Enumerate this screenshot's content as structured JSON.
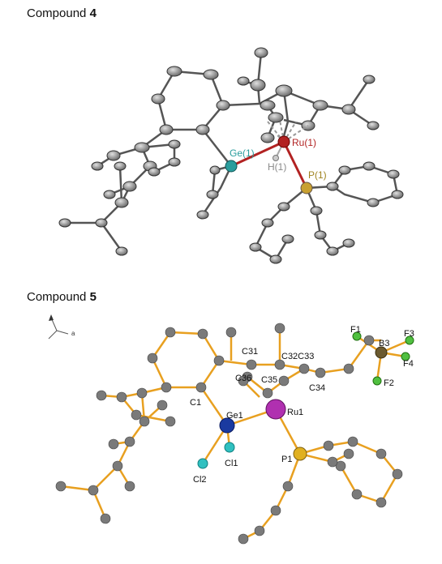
{
  "figure": {
    "compound4": {
      "heading_prefix": "Compound ",
      "heading_number": "4",
      "labels": {
        "ge": "Ge(1)",
        "ru": "Ru(1)",
        "h": "H(1)",
        "p": "P(1)"
      },
      "colors": {
        "ge": "#2a9d9d",
        "ru": "#b22222",
        "h": "#8a8a8a",
        "p": "#a08420",
        "bond": "#555555"
      }
    },
    "compound5": {
      "heading_prefix": "Compound ",
      "heading_number": "5",
      "axis_label": "a",
      "labels": {
        "c31": "C31",
        "c32c33": "C32C33",
        "c36": "C36",
        "c35": "C35",
        "c34": "C34",
        "c1": "C1",
        "ge1": "Ge1",
        "ru1": "Ru1",
        "p1": "P1",
        "cl1": "Cl1",
        "cl2": "Cl2",
        "f1": "F1",
        "b3": "B3",
        "f3": "F3",
        "f4": "F4",
        "f2": "F2"
      },
      "colors": {
        "bond": "#e8a020",
        "carbon": "#7a7a7a",
        "ge": "#1a3aa0",
        "ru": "#b030b0",
        "p": "#e0b020",
        "cl": "#30c0c0",
        "f": "#50c040",
        "b": "#6b5a30"
      }
    }
  }
}
